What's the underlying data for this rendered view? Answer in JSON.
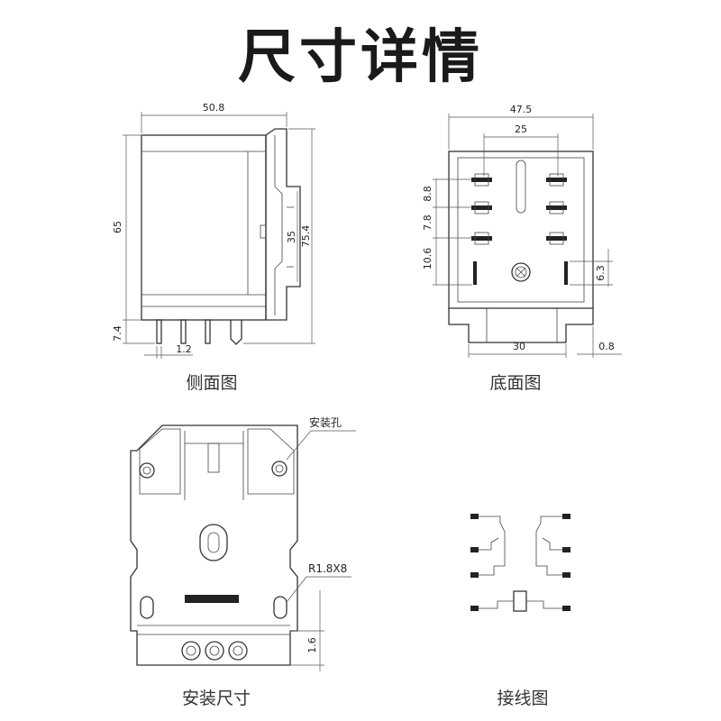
{
  "title": "尺寸详情",
  "captions": {
    "side": "侧面图",
    "bottom": "底面图",
    "mount": "安装尺寸",
    "wiring": "接线图"
  },
  "side_view": {
    "width": "50.8",
    "height": "65",
    "total_height": "75.4",
    "rail": "35",
    "pin_length": "7.4",
    "pin_width": "1.2"
  },
  "bottom_view": {
    "width": "47.5",
    "pin_span": "25",
    "pitch_1": "8.8",
    "pitch_2": "7.8",
    "pitch_3": "10.6",
    "coil_gap": "6.3",
    "base": "30",
    "offset": "0.8"
  },
  "mount_view": {
    "hole_label": "安装孔",
    "slot_label": "R1.8X8",
    "edge": "1.6"
  }
}
